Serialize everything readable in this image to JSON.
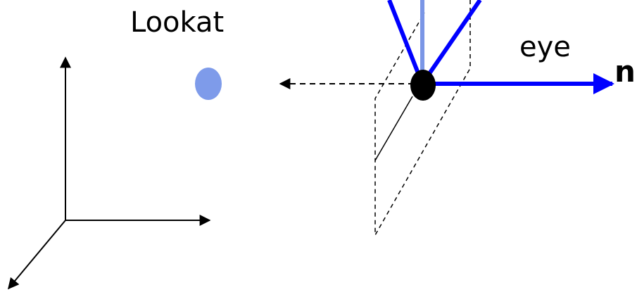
{
  "labels": {
    "lookat": "Lookat",
    "eye": "eye",
    "n": "n"
  },
  "colors": {
    "frustum_blue": "#0000ff",
    "light_blue": "#7a96e6",
    "lookat_point": "#7e9bea",
    "eye_point": "#000000",
    "axes": "#000000"
  }
}
